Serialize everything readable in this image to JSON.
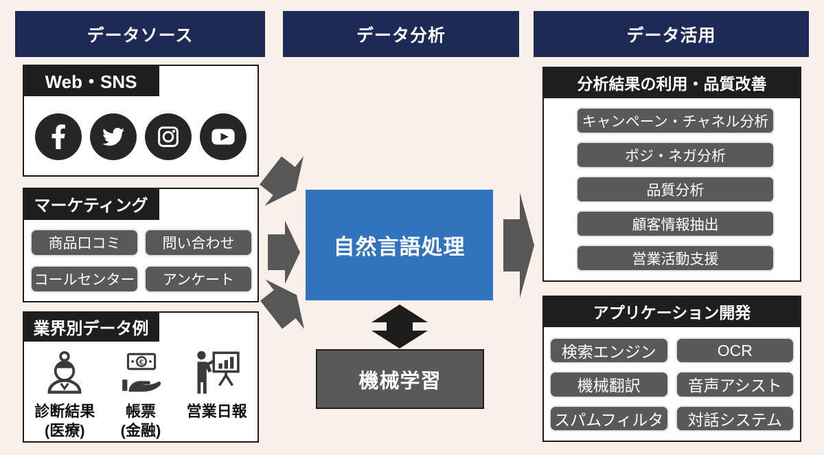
{
  "colors": {
    "background": "#faf0ea",
    "header_navy": "#1c2a55",
    "nlp_blue": "#3273be",
    "chip_gray": "#595959",
    "label_black": "#1e1e1e",
    "arrow_gray": "#575757",
    "arrow_black": "#1d1d1d"
  },
  "sources": {
    "header": "データソース",
    "web_sns": {
      "title": "Web・SNS",
      "icons": [
        "facebook-icon",
        "twitter-icon",
        "instagram-icon",
        "youtube-icon"
      ]
    },
    "marketing": {
      "title": "マーケティング",
      "chips": [
        "商品口コミ",
        "問い合わせ",
        "コールセンター",
        "アンケート"
      ]
    },
    "industry": {
      "title": "業界別データ例",
      "items": [
        {
          "icon": "doctor-icon",
          "line1": "診断結果",
          "line2": "(医療)"
        },
        {
          "icon": "money-hand-icon",
          "line1": "帳票",
          "line2": "(金融)"
        },
        {
          "icon": "presenter-icon",
          "line1": "営業日報",
          "line2": ""
        }
      ]
    }
  },
  "analysis": {
    "header": "データ分析",
    "nlp": "自然言語処理",
    "ml": "機械学習"
  },
  "utilization": {
    "header": "データ活用",
    "results": {
      "title": "分析結果の利用・品質改善",
      "chips": [
        "キャンペーン・チャネル分析",
        "ポジ・ネガ分析",
        "品質分析",
        "顧客情報抽出",
        "営業活動支援"
      ]
    },
    "apps": {
      "title": "アプリケーション開発",
      "chips": [
        "検索エンジン",
        "OCR",
        "機械翻訳",
        "音声アシスト",
        "スパムフィルタ",
        "対話システム"
      ]
    }
  }
}
